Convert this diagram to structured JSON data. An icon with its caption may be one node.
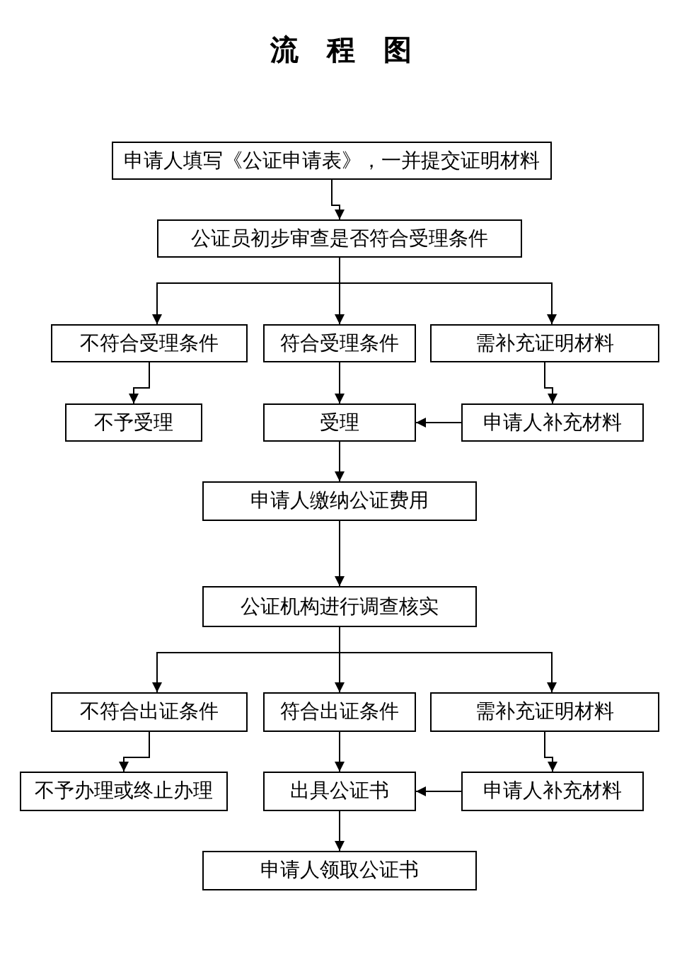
{
  "diagram": {
    "title": "流程图",
    "nodes": [
      {
        "text": [
          "申请人填写《公证申请表》，一并提交证明材料"
        ]
      },
      {
        "text": [
          "公证员初步审查是否符合受理条件"
        ]
      },
      {
        "text": [
          "不符合受理条件"
        ]
      },
      {
        "text": [
          "符合受理条件"
        ]
      },
      {
        "text": [
          "需补充证明材料"
        ]
      },
      {
        "text": [
          "不予受理"
        ]
      },
      {
        "text": [
          "受理"
        ]
      },
      {
        "text": [
          "申请人补充材料"
        ]
      },
      {
        "text": [
          "申请人缴纳公证费用"
        ]
      },
      {
        "text": [
          "公证机构进行调查核实"
        ]
      },
      {
        "text": [
          "不符合出证条件"
        ]
      },
      {
        "text": [
          "符合出证条件"
        ]
      },
      {
        "text": [
          "需补充证明材料"
        ]
      },
      {
        "text": [
          "不予办理或终止办理"
        ]
      },
      {
        "text": [
          "出具公证书"
        ]
      },
      {
        "text": [
          "申请人补充材料"
        ]
      },
      {
        "text": [
          "申请人领取公证书"
        ]
      }
    ],
    "edges": [
      {
        "from": 0,
        "to": 1,
        "arrow": "to"
      },
      {
        "from": 1,
        "to": 2,
        "arrow": "to"
      },
      {
        "from": 1,
        "to": 3,
        "arrow": "to"
      },
      {
        "from": 1,
        "to": 4,
        "arrow": "to"
      },
      {
        "from": 2,
        "to": 5,
        "arrow": "to"
      },
      {
        "from": 3,
        "to": 6,
        "arrow": "to"
      },
      {
        "from": 4,
        "to": 7,
        "arrow": "to"
      },
      {
        "from": 7,
        "to": 6,
        "arrow": "to"
      },
      {
        "from": 6,
        "to": 8,
        "arrow": "to"
      },
      {
        "from": 8,
        "to": 9,
        "arrow": "to"
      },
      {
        "from": 9,
        "to": 10,
        "arrow": "to"
      },
      {
        "from": 9,
        "to": 11,
        "arrow": "to"
      },
      {
        "from": 9,
        "to": 12,
        "arrow": "to"
      },
      {
        "from": 10,
        "to": 13,
        "arrow": "to"
      },
      {
        "from": 11,
        "to": 14,
        "arrow": "to"
      },
      {
        "from": 12,
        "to": 15,
        "arrow": "to"
      },
      {
        "from": 15,
        "to": 14,
        "arrow": "to"
      },
      {
        "from": 14,
        "to": 16,
        "arrow": "to"
      }
    ]
  }
}
